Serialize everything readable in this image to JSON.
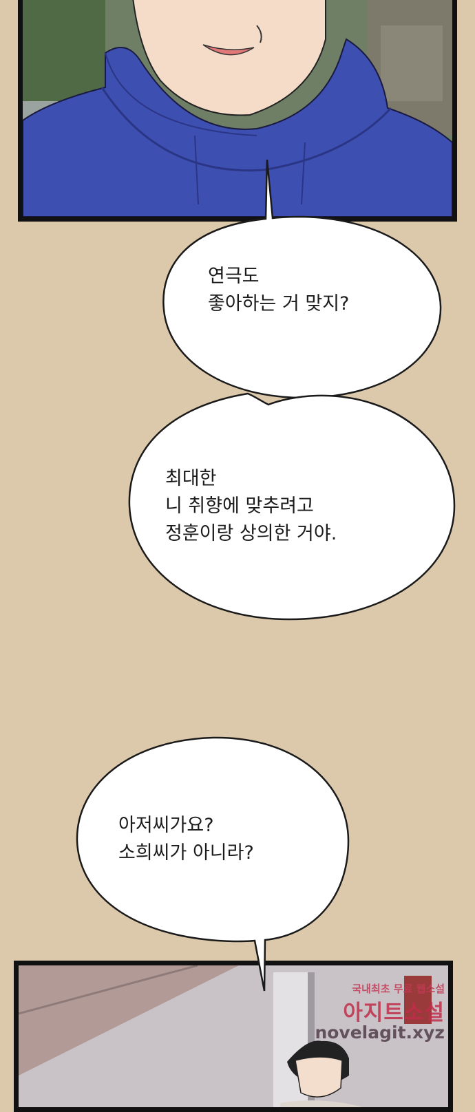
{
  "speech": {
    "bubble_1": [
      "연극도",
      "좋아하는 거 맞지?"
    ],
    "bubble_2": [
      "최대한",
      "니 취향에 맞추려고",
      "정훈이랑 상의한 거야."
    ],
    "bubble_3": [
      "아저씨가요?",
      "소희씨가 아니라?"
    ]
  },
  "watermark": {
    "line_1": "국내최초 무료 웹소설",
    "line_2": "아지트소설",
    "line_3": "novelagit.xyz"
  }
}
